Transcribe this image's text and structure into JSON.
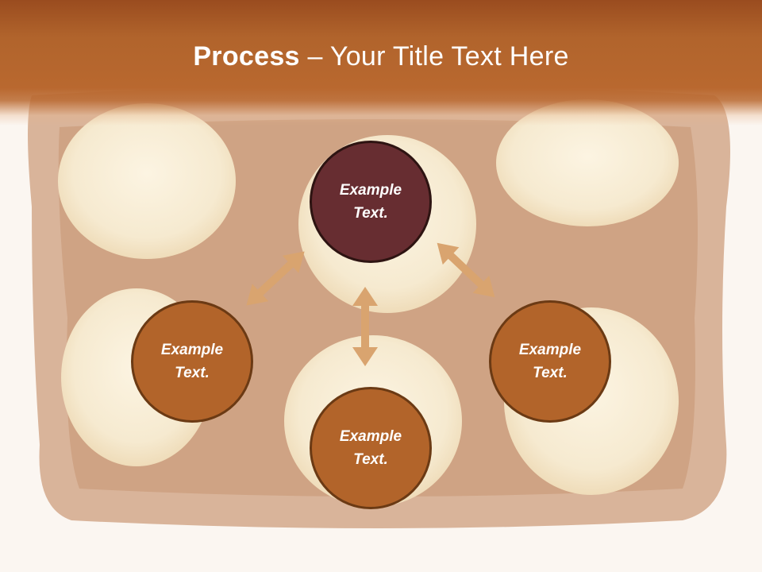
{
  "slide": {
    "title_bold": "Process",
    "title_rest": " – Your Title Text Here"
  },
  "nodes": {
    "top": {
      "line1": "Example",
      "line2": "Text."
    },
    "left": {
      "line1": "Example",
      "line2": "Text."
    },
    "right": {
      "line1": "Example",
      "line2": "Text."
    },
    "bottom": {
      "line1": "Example",
      "line2": "Text."
    }
  },
  "colors": {
    "header": "#b9682f",
    "node_fill": "#b2642a",
    "center_node_fill": "#672d31",
    "arrow": "#d9a46f"
  }
}
